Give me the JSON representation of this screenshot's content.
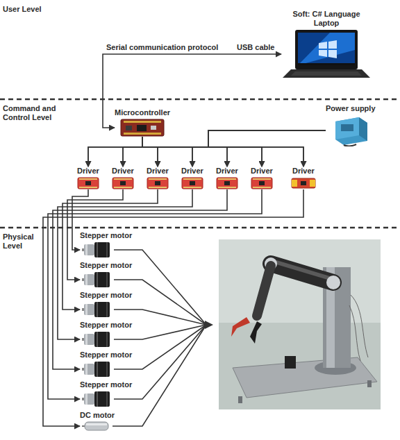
{
  "diagram": {
    "nodes": [
      {
        "text": [
          "User Level"
        ]
      },
      {
        "text": [
          "Soft: C# Language",
          "Laptop"
        ],
        "in": 0
      },
      {
        "text": [
          "Command and Control Level"
        ]
      },
      {
        "text": [
          "Microcontroller"
        ],
        "in": 2
      },
      {
        "text": [
          "Power supply"
        ],
        "in": 2
      },
      {
        "text": [
          "Driver"
        ],
        "in": 2
      },
      {
        "text": [
          "Driver"
        ],
        "in": 2
      },
      {
        "text": [
          "Driver"
        ],
        "in": 2
      },
      {
        "text": [
          "Driver"
        ],
        "in": 2
      },
      {
        "text": [
          "Driver"
        ],
        "in": 2
      },
      {
        "text": [
          "Driver"
        ],
        "in": 2
      },
      {
        "text": [
          "Driver"
        ],
        "in": 2
      },
      {
        "text": [
          "Physical Level"
        ]
      },
      {
        "text": [
          "Stepper motor"
        ],
        "in": 12
      },
      {
        "text": [
          "Stepper motor"
        ],
        "in": 12
      },
      {
        "text": [
          "Stepper motor"
        ],
        "in": 12
      },
      {
        "text": [
          "Stepper motor"
        ],
        "in": 12
      },
      {
        "text": [
          "Stepper motor"
        ],
        "in": 12
      },
      {
        "text": [
          "Stepper motor"
        ],
        "in": 12
      },
      {
        "text": [
          "DC motor"
        ],
        "in": 12
      }
    ],
    "edges": [
      {
        "from": 3,
        "to": 1,
        "arrow": "both",
        "label": "Serial communication protocol"
      },
      {
        "from": 3,
        "to": 5,
        "arrow": "to"
      },
      {
        "from": 3,
        "to": 6,
        "arrow": "to"
      },
      {
        "from": 3,
        "to": 7,
        "arrow": "to"
      },
      {
        "from": 3,
        "to": 8,
        "arrow": "to"
      },
      {
        "from": 3,
        "to": 9,
        "arrow": "to"
      },
      {
        "from": 3,
        "to": 10,
        "arrow": "to"
      },
      {
        "from": 3,
        "to": 11,
        "arrow": "to"
      },
      {
        "from": 4,
        "to": 5,
        "arrow": "to"
      },
      {
        "from": 4,
        "to": 6,
        "arrow": "to"
      },
      {
        "from": 4,
        "to": 7,
        "arrow": "to"
      },
      {
        "from": 4,
        "to": 8,
        "arrow": "to"
      },
      {
        "from": 4,
        "to": 9,
        "arrow": "to"
      },
      {
        "from": 4,
        "to": 10,
        "arrow": "to"
      },
      {
        "from": 4,
        "to": 11,
        "arrow": "to"
      },
      {
        "from": 5,
        "to": 13,
        "arrow": "to"
      },
      {
        "from": 6,
        "to": 14,
        "arrow": "to"
      },
      {
        "from": 7,
        "to": 15,
        "arrow": "to"
      },
      {
        "from": 8,
        "to": 16,
        "arrow": "to"
      },
      {
        "from": 9,
        "to": 17,
        "arrow": "to"
      },
      {
        "from": 10,
        "to": 18,
        "arrow": "to"
      },
      {
        "from": 11,
        "to": 19,
        "arrow": "to"
      }
    ],
    "labels": [
      "USB cable"
    ]
  }
}
